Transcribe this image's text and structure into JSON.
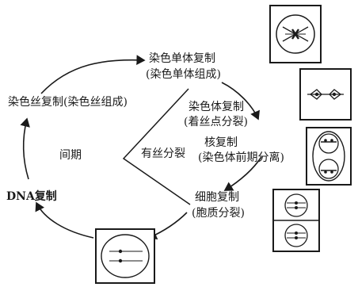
{
  "labels": {
    "chromatid_copy": "染色单体复制",
    "chromatid_copy_sub": "(染色单体组成)",
    "filament_copy": "染色丝复制(染色丝组成)",
    "chromosome_copy": "染色体复制",
    "chromosome_copy_sub": "(着丝点分裂)",
    "nuclear_copy": "核复制",
    "nuclear_copy_sub": "(染色体前期分离)",
    "cell_copy": "细胞复制",
    "cell_copy_sub": "(胞质分裂)",
    "interphase": "间期",
    "mitosis": "有丝分裂",
    "dna_copy": "DNA复制"
  },
  "colors": {
    "ink": "#1a1a1a",
    "fill": "#ffffff"
  }
}
